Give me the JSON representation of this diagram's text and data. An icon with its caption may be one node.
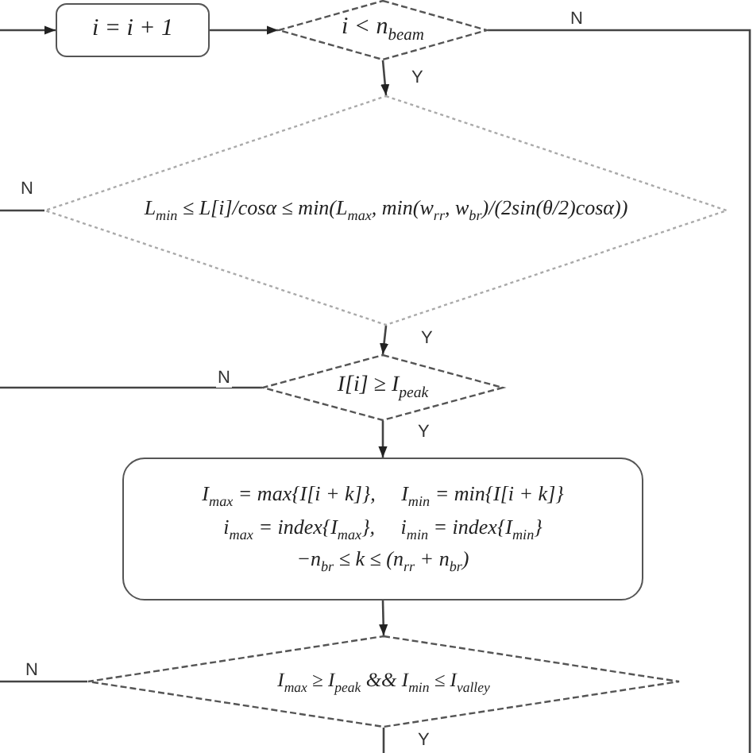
{
  "diagram": {
    "nodes": [
      {
        "text": [
          "i = i + 1"
        ]
      },
      {
        "text": [
          "i < n$_{beam}$"
        ]
      },
      {
        "text": [
          "L$_{min}$ ≤ L[i]/cosα ≤ min(L$_{max}$, min(w$_{rr}$, w$_{br}$)/(2sin(θ/2)cosα))"
        ]
      },
      {
        "text": [
          "I[i] ≥ I$_{peak}$"
        ]
      },
      {
        "text": [
          "I$_{max}$ = max{I[i + k]},     I$_{min}$ = min{I[i + k]}",
          "i$_{max}$ = index{I$_{max}$},     i$_{min}$ = index{I$_{min}$}",
          "−n$_{br}$ ≤ k ≤ (n$_{rr}$ + n$_{br}$)"
        ]
      },
      {
        "text": [
          "I$_{max}$ ≥ I$_{peak}$ && I$_{min}$ ≤ I$_{valley}$"
        ]
      }
    ],
    "edges": [
      {
        "from": null,
        "to": 0,
        "arrow": "to"
      },
      {
        "from": 0,
        "to": 1,
        "arrow": "to"
      },
      {
        "from": 1,
        "to": null,
        "arrow": "none",
        "label": "N"
      },
      {
        "from": 1,
        "to": 2,
        "arrow": "to",
        "label": "Y"
      },
      {
        "from": 2,
        "to": null,
        "arrow": "none",
        "label": "N"
      },
      {
        "from": 2,
        "to": 3,
        "arrow": "to",
        "label": "Y"
      },
      {
        "from": 3,
        "to": null,
        "arrow": "none",
        "label": "N"
      },
      {
        "from": 3,
        "to": 4,
        "arrow": "to",
        "label": "Y"
      },
      {
        "from": 4,
        "to": 5,
        "arrow": "to"
      },
      {
        "from": 5,
        "to": null,
        "arrow": "none",
        "label": "N"
      },
      {
        "from": 5,
        "to": null,
        "arrow": "none",
        "label": "Y"
      }
    ]
  }
}
